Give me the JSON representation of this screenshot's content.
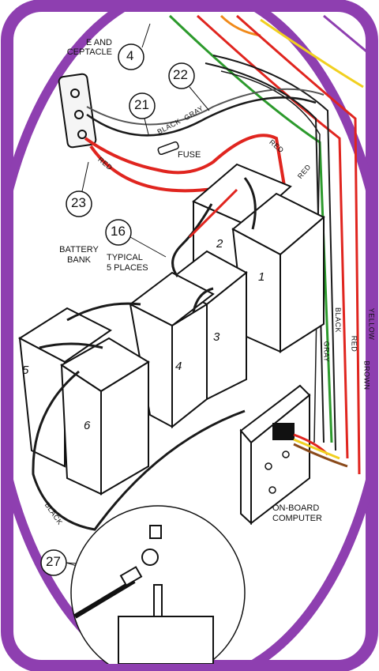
{
  "frame": {
    "border_color": "#8e3fb0"
  },
  "labels": {
    "receptacle": "E AND\nCEPTACLE",
    "battery_bank_l1": "BATTERY",
    "battery_bank_l2": "BANK",
    "typical_l1": "TYPICAL",
    "typical_l2": "5 PLACES",
    "fuse": "FUSE",
    "onboard_l1": "ON-BOARD",
    "onboard_l2": "COMPUTER"
  },
  "callouts": [
    "4",
    "22",
    "21",
    "23",
    "16",
    "27"
  ],
  "battery_numbers": [
    "1",
    "2",
    "3",
    "4",
    "5",
    "6"
  ],
  "wire_labels": {
    "black": "BLACK",
    "gray": "GRAY",
    "red": "RED",
    "yellow": "YELLOW",
    "brown": "BROWN"
  },
  "wire_colors": {
    "red": "#e0251f",
    "green": "#2c9a2c",
    "orange": "#f08a1a",
    "purple": "#8e3fb0",
    "yellow": "#f1d020",
    "black": "#1a1a1a",
    "gray": "#555555",
    "brown": "#8a4a1a"
  }
}
